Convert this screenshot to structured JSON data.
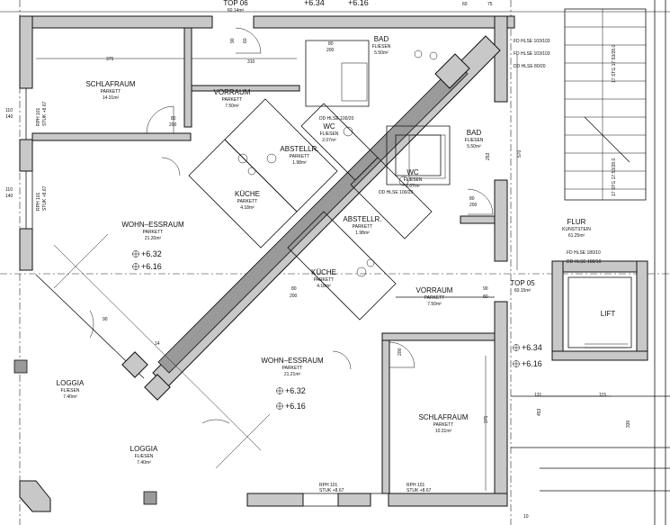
{
  "rooms": [
    {
      "id": "schlafraum-tl",
      "name": "SCHLAFRAUM",
      "finish": "PARKETT",
      "area": "14.31m²"
    },
    {
      "id": "vorraum-t",
      "name": "VORRAUM",
      "finish": "PARKETT",
      "area": "7.50m²"
    },
    {
      "id": "bad-t",
      "name": "BAD",
      "finish": "FLIESEN",
      "area": "5.50m²"
    },
    {
      "id": "wc-t",
      "name": "WC",
      "finish": "FLIESEN",
      "area": "2.07m²"
    },
    {
      "id": "abstellr-t",
      "name": "ABSTELLR.",
      "finish": "PARKETT",
      "area": "1.98m²"
    },
    {
      "id": "kueche-t",
      "name": "KÜCHE",
      "finish": "PARKETT",
      "area": "4.18m²"
    },
    {
      "id": "wohn-t",
      "name": "WOHN–ESSRAUM",
      "finish": "PARKETT",
      "area": "21.20m²"
    },
    {
      "id": "bad-r",
      "name": "BAD",
      "finish": "FLIESEN",
      "area": "5.50m²"
    },
    {
      "id": "wc-r",
      "name": "WC",
      "finish": "FLIESEN",
      "area": "2.07m²"
    },
    {
      "id": "abstellr-r",
      "name": "ABSTELLR.",
      "finish": "PARKETT",
      "area": "1.98m²"
    },
    {
      "id": "kueche-r",
      "name": "KÜCHE",
      "finish": "PARKETT",
      "area": "4.18m²"
    },
    {
      "id": "vorraum-r",
      "name": "VORRAUM",
      "finish": "PARKETT",
      "area": "7.50m²"
    },
    {
      "id": "wohn-b",
      "name": "WOHN–ESSRAUM",
      "finish": "PARKETT",
      "area": "21.21m²"
    },
    {
      "id": "schlafraum-br",
      "name": "SCHLAFRAUM",
      "finish": "PARKETT",
      "area": "10.31m²"
    },
    {
      "id": "loggia-l",
      "name": "LOGGIA",
      "finish": "FLIESEN",
      "area": "7.40m²"
    },
    {
      "id": "loggia-b",
      "name": "LOGGIA",
      "finish": "FLIESEN",
      "area": "7.40m²"
    },
    {
      "id": "flur",
      "name": "FLUR",
      "finish": "KUNSTSTEIN",
      "area": "61.25m²"
    },
    {
      "id": "lift",
      "name": "LIFT",
      "finish": "",
      "area": ""
    }
  ],
  "units": {
    "top06": {
      "name": "TOP 06",
      "area": "60.14m²",
      "level": "+6.34",
      "level2": "+6.16"
    },
    "top05": {
      "name": "TOP 05",
      "area": "60.15m²"
    }
  },
  "levels": {
    "wohn_t_a": "+6.32",
    "wohn_t_b": "+6.16",
    "wohn_b_a": "+6.32",
    "wohn_b_b": "+6.16",
    "flur_a": "+6.34",
    "flur_b": "+6.16"
  },
  "notes": {
    "fd1": "FD HLSE 103/103",
    "fd2": "FD HLSE 103/103",
    "dd1": "DD HLSE 80/20",
    "dd_wc_t": "DD HLSE 100/20",
    "dd_wc_r": "DD HLSE 100/20",
    "fd_flur": "FD HLSE 180/10",
    "dd_flur": "DD HLSE 180/10",
    "stg1": "17 STG 17.53/28.0",
    "stg2": "17 STG 17.53/28.0",
    "rph_l1": "RPH 101",
    "stuk_l1": "STUK +8.67",
    "rph_l2": "RPH 101",
    "stuk_l2": "STUK +8.67",
    "rph_b1": "RPH 101",
    "stuk_b1": "STUK +8.67",
    "rph_b2": "RPH 101",
    "stuk_b2": "STUK +8.67"
  },
  "dims": {
    "d375t": "375",
    "d310": "310",
    "d80a": "80",
    "d200a": "200",
    "d90a": "90",
    "d80b": "80",
    "d200b": "200",
    "d60": "60",
    "d110a": "110",
    "d140a": "140",
    "d110b": "110",
    "d140b": "140",
    "d80c": "80",
    "d200c": "200",
    "d90b": "90",
    "d80d": "80",
    "d200d": "200",
    "d253": "253",
    "d570": "570",
    "d375r": "375",
    "d453": "453",
    "d330": "330",
    "d131": "131",
    "d115": "115",
    "d90c": "90",
    "d80e": "80",
    "d200e": "200",
    "d60b": "60",
    "d75": "75",
    "d14": "14",
    "d10": "10"
  }
}
